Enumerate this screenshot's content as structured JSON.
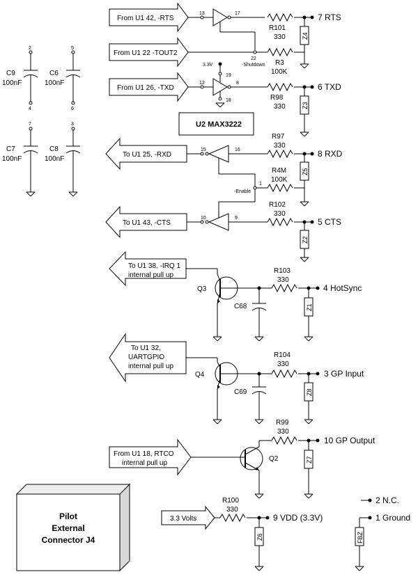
{
  "caps_left": [
    {
      "name": "C9",
      "value": "100nF",
      "pin_top": "2",
      "pin_bottom": "4"
    },
    {
      "name": "C6",
      "value": "100nF",
      "pin_top": "5",
      "pin_bottom": "6"
    },
    {
      "name": "C7",
      "value": "100nF",
      "pin_top": "7",
      "pin_bottom": ""
    },
    {
      "name": "C8",
      "value": "100nF",
      "pin_top": "3",
      "pin_bottom": ""
    }
  ],
  "signals": {
    "rts": {
      "label": "From U1 42, -RTS",
      "pin_in": "13",
      "pin_out": "17",
      "resistor": "R101",
      "value": "330",
      "zener": "Z4",
      "connector": "7 RTS"
    },
    "tout2": {
      "label": "From U1 22 -TOUT2",
      "pin": "22",
      "pin_note": "-Shutdown",
      "resistor": "R3",
      "value": "100K"
    },
    "txd": {
      "label": "From U1 26, -TXD",
      "supply": "3.3V",
      "pin_in": "12",
      "pin_out": "8",
      "pin_top": "19",
      "pin_bottom": "18",
      "resistor": "R98",
      "value": "330",
      "zener": "Z3",
      "connector": "6 TXD"
    },
    "chip": {
      "label": "U2 MAX3222"
    },
    "rxd": {
      "label": "To U1 25, -RXD",
      "pin_out": "15",
      "pin_in": "16",
      "resistor": "R97",
      "value": "330",
      "zener": "Z5",
      "connector": "8 RXD"
    },
    "enable": {
      "pin": "1",
      "pin_note": "-Enable",
      "resistor": "R4M",
      "value": "100K"
    },
    "cts": {
      "label": "To U1 43, -CTS",
      "pin_out": "10",
      "pin_in": "9",
      "resistor": "R102",
      "value": "330",
      "zener": "Z2",
      "connector": "5 CTS"
    },
    "hotsync": {
      "label_line1": "To U1 38, -IRQ 1",
      "label_line2": "internal pull up",
      "transistor": "Q3",
      "cap": "C68",
      "resistor": "R103",
      "value": "330",
      "zener": "Z1",
      "connector": "4 HotSync"
    },
    "gp_input": {
      "label_line1": "To U1 32,",
      "label_line2": "UARTGPIO",
      "label_line3": "internal pull up",
      "transistor": "Q4",
      "cap": "C69",
      "resistor": "R104",
      "value": "330",
      "zener": "Z8",
      "connector": "3 GP Input"
    },
    "gp_output": {
      "label_line1": "From U1 18, RTCO",
      "label_line2": "internal pull up",
      "transistor": "Q2",
      "resistor": "R99",
      "value": "330",
      "zener": "Z7",
      "connector": "10 GP Output"
    },
    "vdd": {
      "label": "3.3 Volts",
      "resistor": "R100",
      "value": "330",
      "zener": "Z6",
      "connector": "9 VDD (3.3V)"
    },
    "nc": {
      "connector": "2 N.C."
    },
    "ground": {
      "ferrite": "FBZ",
      "connector": "1 Ground"
    }
  },
  "title_box": {
    "line1": "Pilot",
    "line2": "External",
    "line3": "Connector J4"
  }
}
